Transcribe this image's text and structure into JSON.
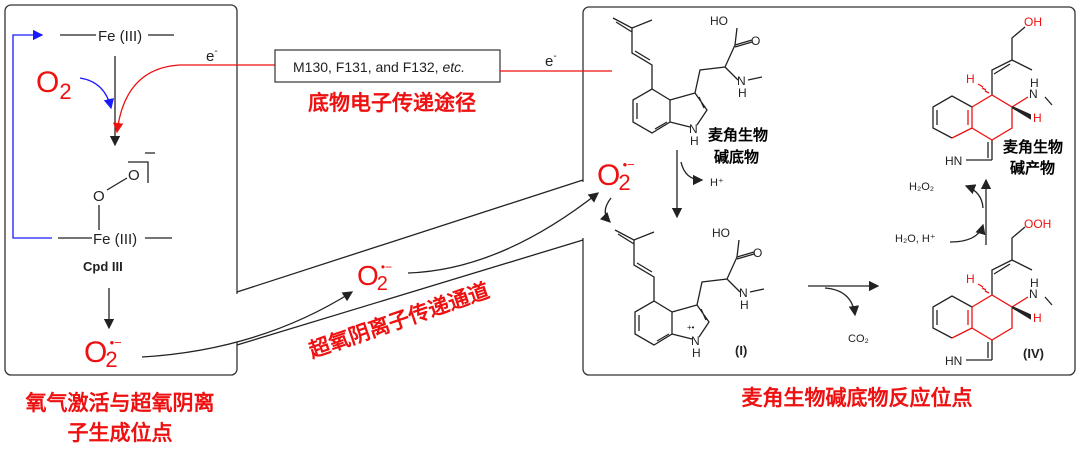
{
  "colors": {
    "red": "#ee1111",
    "blue": "#1a1aff",
    "black": "#222222"
  },
  "left_panel": {
    "fe_top": "Fe (III)",
    "fe_bottom": "Fe (III)",
    "o2": "O",
    "o2_sub": "2",
    "electron": "e",
    "electron_sup": "-",
    "peroxo_o1": "O",
    "peroxo_o2": "O",
    "cpd_label": "Cpd III",
    "superoxide": "O",
    "superoxide_sub": "2",
    "superoxide_sup": "•−",
    "caption_line1": "氧气激活与超氧阴离",
    "caption_line2": "子生成位点"
  },
  "pathway_box": {
    "text": "M130, F131, and F132, ",
    "text_italic": "etc.",
    "electron": "e",
    "electron_sup": "-"
  },
  "pathway_caption": "底物电子传递途径",
  "channel": {
    "superoxide": "O",
    "superoxide_sub": "2",
    "superoxide_sup": "•−",
    "caption": "超氧阴离子传递通道"
  },
  "right_panel": {
    "superoxide": "O",
    "superoxide_sub": "2",
    "superoxide_sup": "•−",
    "substrate_label_1": "麦角生物",
    "substrate_label_2": "碱底物",
    "product_label_1": "麦角生物",
    "product_label_2": "碱产物",
    "h_plus": "H⁺",
    "co2": "CO₂",
    "h2o2": "H₂O₂",
    "h2o_h": "H₂O, H⁺",
    "intermediate_I": "(I)",
    "intermediate_IV": "(IV)",
    "atoms": {
      "ho": "HO",
      "o": "O",
      "n": "N",
      "h": "H",
      "hn": "HN",
      "oh": "OH",
      "ooh": "OOH",
      "radical_cation": "+•"
    },
    "caption": "麦角生物碱底物反应位点"
  }
}
